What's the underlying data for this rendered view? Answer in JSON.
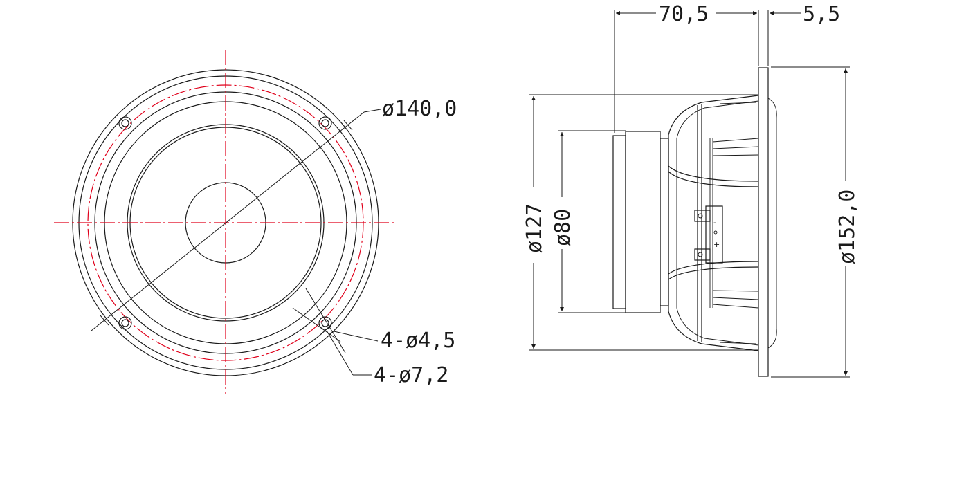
{
  "colors": {
    "line": "#1a1a1a",
    "centerline": "#e0001b",
    "background": "#ffffff"
  },
  "front_view": {
    "labels": {
      "bolt_circle_dia": "ø140,0",
      "hole_inner": "4-ø4,5",
      "hole_outer": "4-ø7,2"
    }
  },
  "side_view": {
    "labels": {
      "depth": "70,5",
      "flange": "5,5",
      "body_dia": "ø127",
      "magnet_dia": "ø80",
      "frame_dia": "ø152,0"
    },
    "terminals": [
      "-",
      "+"
    ]
  }
}
